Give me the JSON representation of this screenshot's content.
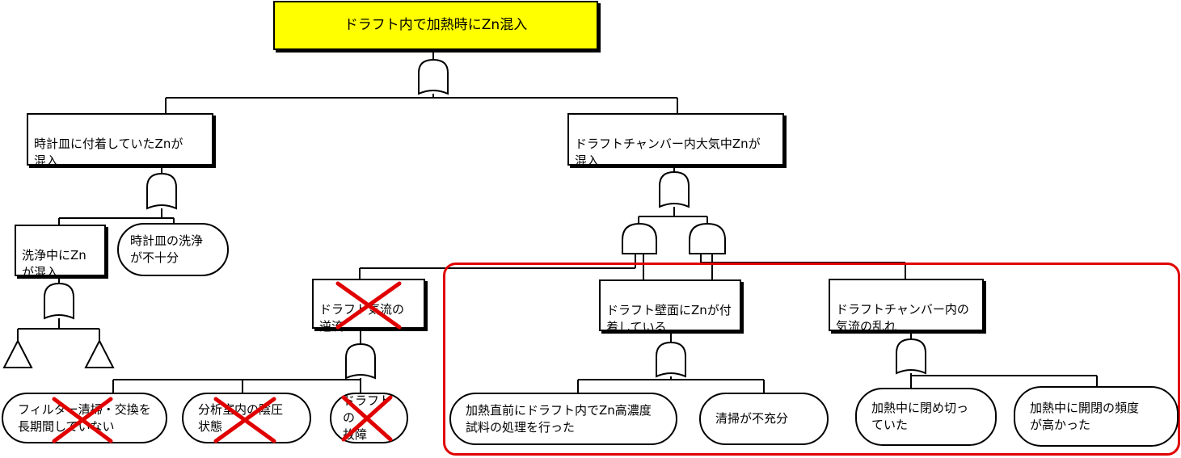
{
  "top_event": "ドラフト内で加熱時にZn混入",
  "nodes": {
    "watchglass_zn": "時計皿に付着していたZnが\n混入",
    "chamber_air_zn": "ドラフトチャンバー内大気中Znが\n混入",
    "wash_zn": "洗浄中にZn\nが混入",
    "watchglass_wash": "時計皿の洗浄\nが不十分",
    "backflow": "ドラフト気流の\n逆流",
    "wall_zn": "ドラフト壁面にZnが付\n着している",
    "turbulence": "ドラフトチャンバー内の\n気流の乱れ",
    "filter": "フィルター清掃・交換を\n長期間していない",
    "neg_pressure": "分析室内の陰圧\n状態",
    "draft_fail": "ドラフトの\n故障",
    "high_conc": "加熱直前にドラフト内でZn高濃度\n試料の処理を行った",
    "cleaning": "清掃が不充分",
    "closed": "加熱中に閉め切っ\nていた",
    "open_freq": "加熱中に開閉の頻度\nが高かった"
  },
  "colors": {
    "top_fill": "#ffff00",
    "highlight": "#e00000",
    "cross": "#e00000"
  },
  "icons": {
    "or_gate": "or-gate-icon",
    "and_gate": "and-gate-icon",
    "transfer": "transfer-triangle-icon",
    "cross": "red-x-icon"
  }
}
